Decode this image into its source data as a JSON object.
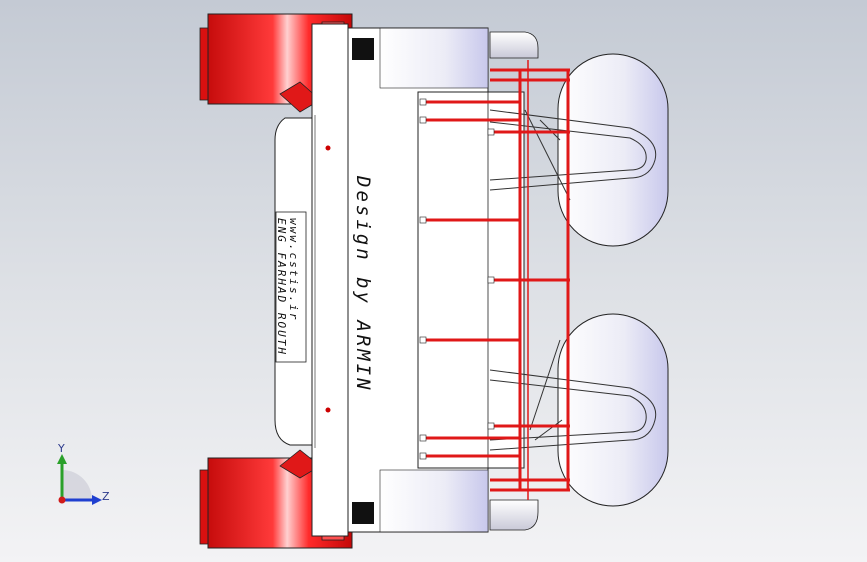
{
  "model": {
    "body_text": "Design by ARMIN",
    "site_text": "www.cstis.ir",
    "author_text": "ENG FARHAD ROUTH"
  },
  "triad": {
    "y_label": "Y",
    "z_label": "Z",
    "y_color": "#2aa02a",
    "z_color": "#1f3fd0",
    "x_color": "#d01a1a"
  },
  "colors": {
    "accent_red": "#e01818",
    "body_white": "#ffffff",
    "float_shade": "#d6d6f0",
    "outline": "#222222"
  }
}
